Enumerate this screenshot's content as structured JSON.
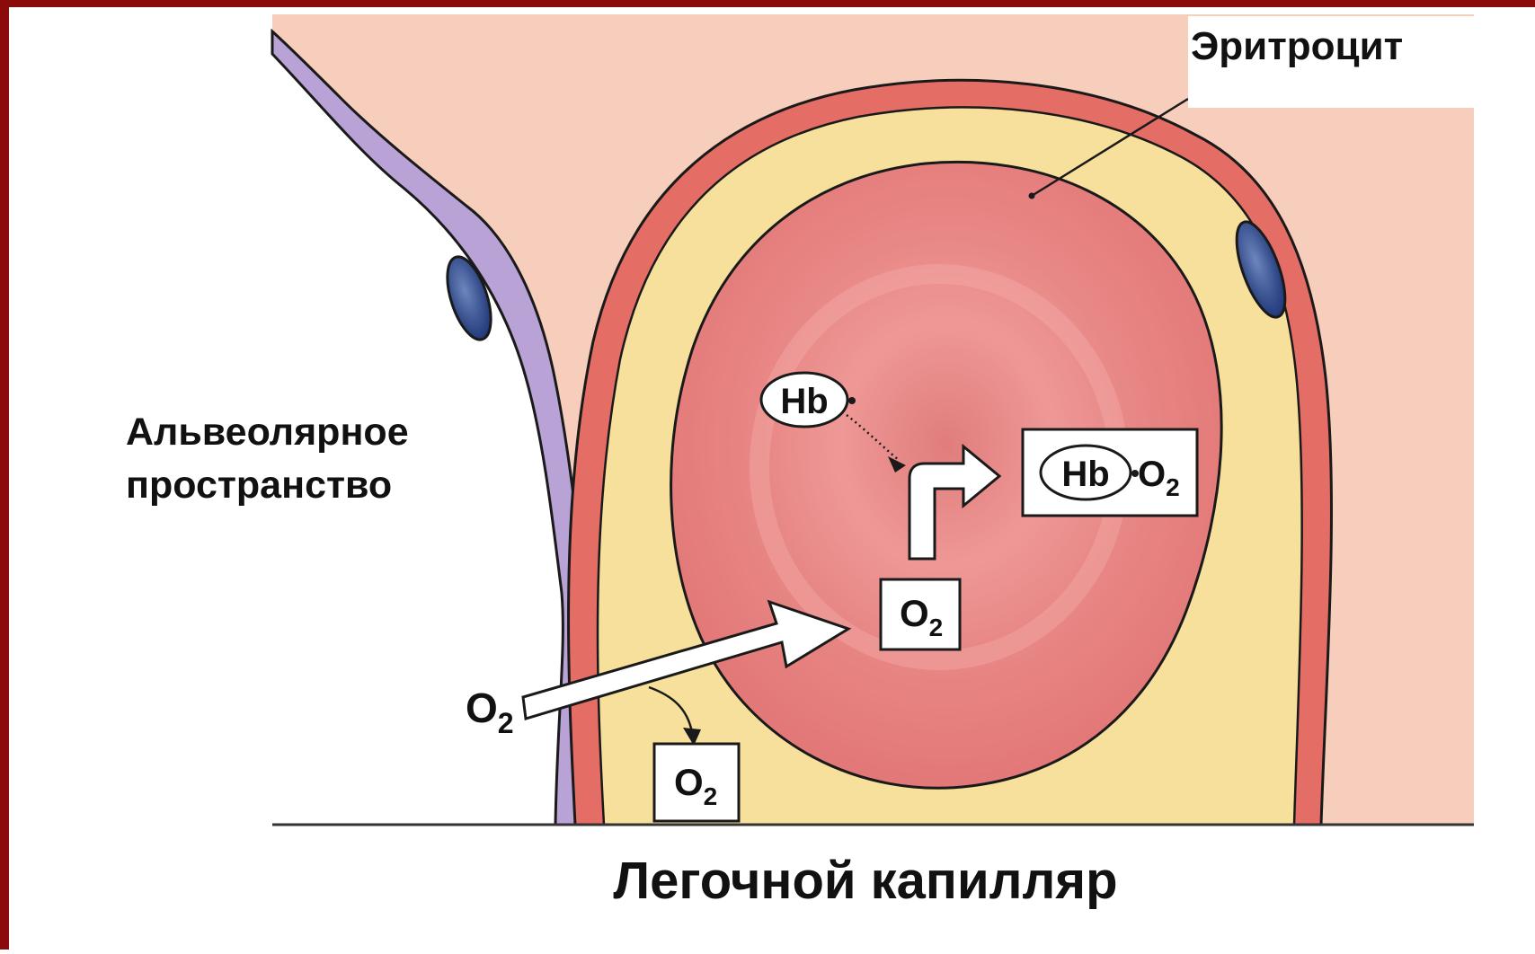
{
  "labels": {
    "erythrocyte": "Эритроцит",
    "alveolar_line1": "Альвеолярное",
    "alveolar_line2": "пространство",
    "capillary": "Легочной капилляр"
  },
  "chem": {
    "hb": "Hb",
    "o2_base": "O",
    "o2_sub": "2"
  },
  "colors": {
    "frame": "#8b0a0a",
    "background": "#ffffff",
    "interstitium": "#f7cdbb",
    "alveolar_wall": "#b9a2d6",
    "endothelium": "#e46e66",
    "plasma": "#f7df9c",
    "erythrocyte": "#ea8c8a",
    "nucleus": "#2c4a87",
    "arrow": "#ffffff",
    "outline": "#1a1a1a"
  }
}
